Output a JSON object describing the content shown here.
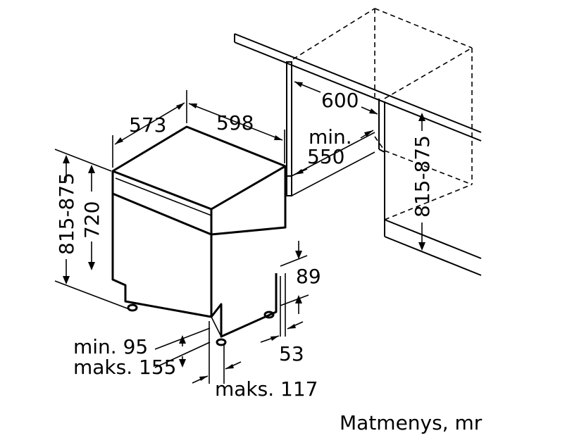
{
  "dimensions": {
    "depth": "573",
    "width": "598",
    "height_range_left": "815-875",
    "height_body": "720",
    "niche_width": "600",
    "niche_depth_min_label": "min.",
    "niche_depth_min_value": "550",
    "height_range_right": "815-875",
    "plinth_height": "89",
    "foot_offset": "53",
    "plinth_min": "min. 95",
    "plinth_max": "maks. 155",
    "foot_max": "maks. 117"
  },
  "caption": "Matmenys, mr"
}
